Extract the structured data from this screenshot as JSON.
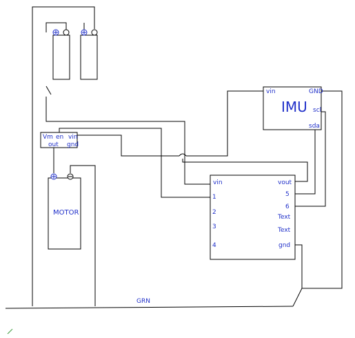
{
  "colors": {
    "label": "#1f2fc9",
    "wire": "#000000",
    "background": "#ffffff",
    "pen_mark": "#3a9a3a"
  },
  "imu": {
    "title": "IMU",
    "pin_vin": "vin",
    "pin_gnd": "GND",
    "pin_scl": "scl",
    "pin_sda": "sda"
  },
  "driver": {
    "pin_vm": "Vm",
    "pin_en": "en",
    "pin_vin": "vin",
    "pin_out": "out",
    "pin_gnd": "gnd"
  },
  "motor": {
    "label": "MOTOR"
  },
  "controller": {
    "left_pins": [
      "vin",
      "1",
      "2",
      "3",
      "4"
    ],
    "right_pins": [
      "vout",
      "5",
      "6",
      "Text",
      "Text",
      "gnd"
    ]
  },
  "ground_label": "GRN"
}
